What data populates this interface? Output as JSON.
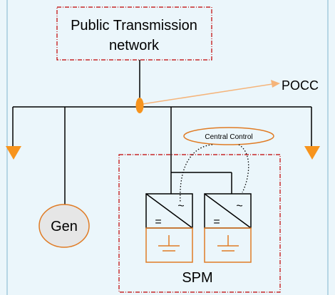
{
  "diagram": {
    "nodes": {
      "network": {
        "label_line1": "Public Transmission",
        "label_line2": "network"
      },
      "pocc": {
        "label": "POCC"
      },
      "central_control": {
        "label": "Central Control"
      },
      "generator": {
        "label": "Gen"
      },
      "spm": {
        "label": "SPM"
      },
      "inverter_1": {
        "ac_symbol": "~",
        "dc_symbol": "="
      },
      "inverter_2": {
        "ac_symbol": "~",
        "dc_symbol": "="
      }
    },
    "colors": {
      "background": "#ebf6fb",
      "frame": "#7fb4cc",
      "dashed_box": "#c00000",
      "load_triangle": "#f7941d",
      "pocc_marker": "#f7941d",
      "pocc_arrow": "#f5b47a",
      "central_control_border": "#e07b24",
      "gen_fill": "#e6e6e6",
      "gen_border": "#e07b24",
      "battery_box": "#e07b24",
      "line": "#000000"
    }
  }
}
